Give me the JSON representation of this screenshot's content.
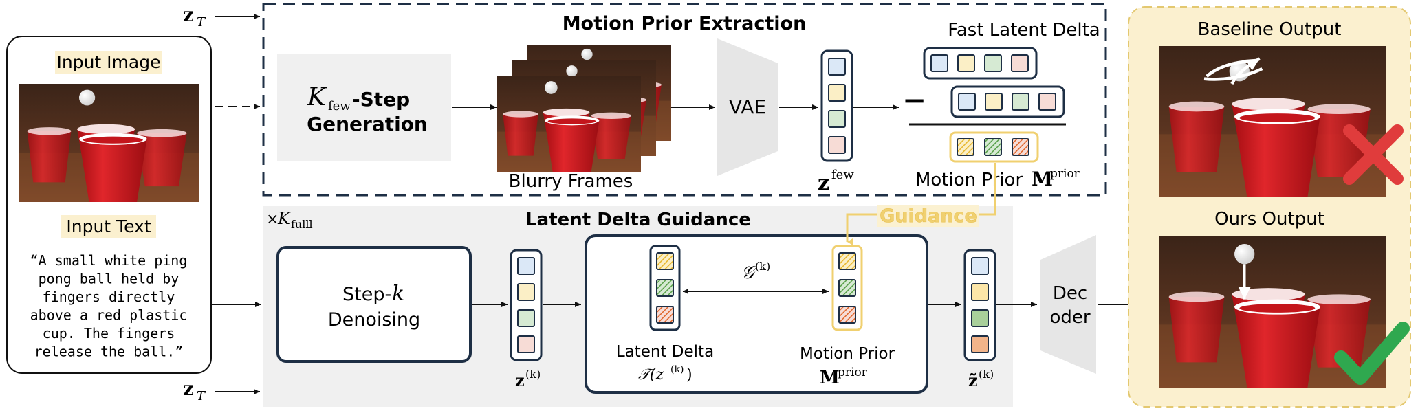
{
  "input_panel": {
    "image_label": "Input Image",
    "text_label": "Input Text",
    "prompt_lines": [
      "“A small white ping",
      "pong ball held by",
      "fingers directly",
      "above a red plastic",
      "cup. The fingers",
      "release the ball.”"
    ]
  },
  "noise_input": {
    "symbol": "z",
    "subscript": "T"
  },
  "motion_prior": {
    "title": "Motion Prior Extraction",
    "few_step_symbol": "K",
    "few_step_sub": "few",
    "few_step_text": "-Step",
    "generation_text": "Generation",
    "blurry_frames_label": "Blurry Frames",
    "vae_label": "VAE",
    "z_few_symbol": "z",
    "z_few_sup": "few",
    "fast_latent_title": "Fast Latent Delta",
    "minus": "−",
    "motion_prior_label": "Motion Prior ",
    "motion_prior_symbol": "M",
    "motion_prior_sup": "prior"
  },
  "guidance_label": "Guidance",
  "latent_delta": {
    "title": "Latent Delta Guidance",
    "times_symbol": "×",
    "k_full_symbol": "K",
    "k_full_sub": "fulll",
    "step_label": "Step- ",
    "step_k": "k",
    "denoising_label": "Denoising",
    "zk_symbol": "z",
    "zk_sup": "(k)",
    "g_symbol": "𝒢",
    "g_sup": "(k)",
    "latent_delta_label": "Latent Delta",
    "latent_delta_formula": "𝒯(z",
    "latent_delta_formula_sup": "(k)",
    "latent_delta_formula_end": ")",
    "motion_prior_label": "Motion Prior",
    "motion_prior_symbol": "M",
    "motion_prior_sup": "prior",
    "ztilde_symbol": "z̃",
    "ztilde_sup": "(k)",
    "decoder_line1": "Dec",
    "decoder_line2": "oder"
  },
  "outputs": {
    "baseline_label": "Baseline Output",
    "ours_label": "Ours Output"
  },
  "colors": {
    "dark_navy": "#1e2f45",
    "cell_blue": "#dbe8f7",
    "cell_yellow": "#fbefc6",
    "cell_green": "#d6ead3",
    "cell_pink": "#f7dcd6",
    "cell_green_strong": "#a8cf9a",
    "cell_orange_strong": "#f2b48a",
    "guidance_gold": "#f0d070",
    "panel_bg": "#f0f0f0",
    "output_bg": "#fbf0cf",
    "cup_red": "#c4161c",
    "cross_red": "#e03c3c",
    "check_green": "#2fa84f"
  }
}
